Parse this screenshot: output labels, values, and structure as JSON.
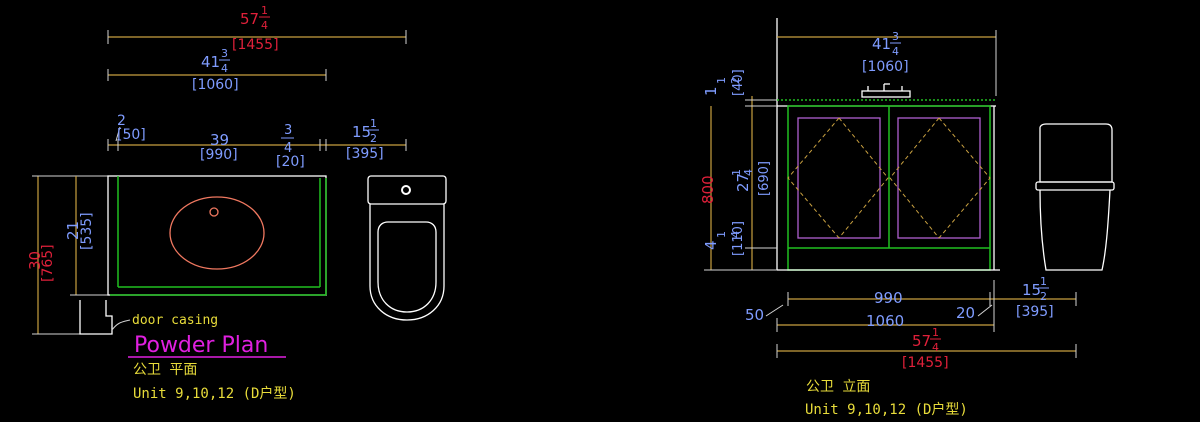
{
  "plan": {
    "dim_total_whole": "57",
    "dim_total_num": "1",
    "dim_total_den": "4",
    "dim_total_mm": "[1455]",
    "dim_vanity_whole": "41",
    "dim_vanity_num": "3",
    "dim_vanity_den": "4",
    "dim_vanity_mm": "[1060]",
    "dim_a_in": "2",
    "dim_a_mm": "[50]",
    "dim_b_in": "39",
    "dim_b_mm": "[990]",
    "dim_c_num": "3",
    "dim_c_den": "4",
    "dim_c_mm": "[20]",
    "dim_d_whole": "15",
    "dim_d_num": "1",
    "dim_d_den": "2",
    "dim_d_mm": "[395]",
    "dim_depth_in": "21",
    "dim_depth_mm": "[535]",
    "dim_overall_in": "30",
    "dim_overall_mm": "[765]",
    "door_casing": "door casing",
    "title": "Powder Plan",
    "subtitle_cn": "公卫 平面",
    "unit_line": "Unit 9,10,12 (D户型)"
  },
  "elevation": {
    "dim_top_whole": "41",
    "dim_top_num": "3",
    "dim_top_den": "4",
    "dim_top_mm": "[1060]",
    "dim_slab_whole": "1",
    "dim_slab_num": "1",
    "dim_slab_den": "2",
    "dim_slab_mm": "[40]",
    "dim_height_red": "800",
    "dim_cab_whole": "27",
    "dim_cab_num": "1",
    "dim_cab_den": "4",
    "dim_cab_mm": "[690]",
    "dim_kick_whole": "4",
    "dim_kick_num": "1",
    "dim_kick_den": "4",
    "dim_kick_mm": "[110]",
    "dim_990": "990",
    "dim_50": "50",
    "dim_20": "20",
    "dim_1060": "1060",
    "dim_side_whole": "15",
    "dim_side_num": "1",
    "dim_side_den": "2",
    "dim_side_mm": "[395]",
    "dim_total_whole": "57",
    "dim_total_num": "1",
    "dim_total_den": "4",
    "dim_total_mm": "[1455]",
    "subtitle_cn": "公卫 立面",
    "unit_line": "Unit 9,10,12 (D户型)"
  }
}
